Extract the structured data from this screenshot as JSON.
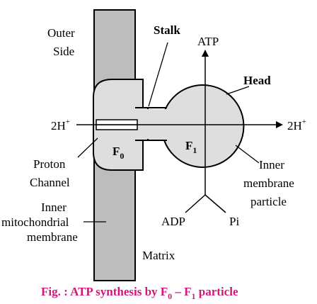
{
  "labels": {
    "outer_line1": "Outer",
    "outer_line2": "Side",
    "stalk": "Stalk",
    "atp": "ATP",
    "head": "Head",
    "h_left": "2H",
    "h_right": "2H",
    "plus": "+",
    "f1_main": "F",
    "f1_sub": "1",
    "f0_main": "F",
    "f0_sub": "0",
    "proton_line1": "Proton",
    "proton_line2": "Channel",
    "imp_line1": "Inner",
    "imp_line2": "membrane",
    "imp_line3": "particle",
    "imm_line1": "Inner",
    "imm_line2": "mitochondrial",
    "imm_line3": "membrane",
    "adp": "ADP",
    "pi": "Pi",
    "matrix": "Matrix"
  },
  "caption": {
    "prefix": "Fig. : ATP synthesis by F",
    "sub0": "0",
    "middle": " – F",
    "sub1": "1",
    "suffix": " particle"
  },
  "colors": {
    "membrane": "#bdbdbd",
    "particle": "#dedede",
    "caption": "#d6157a",
    "line": "#000000"
  }
}
